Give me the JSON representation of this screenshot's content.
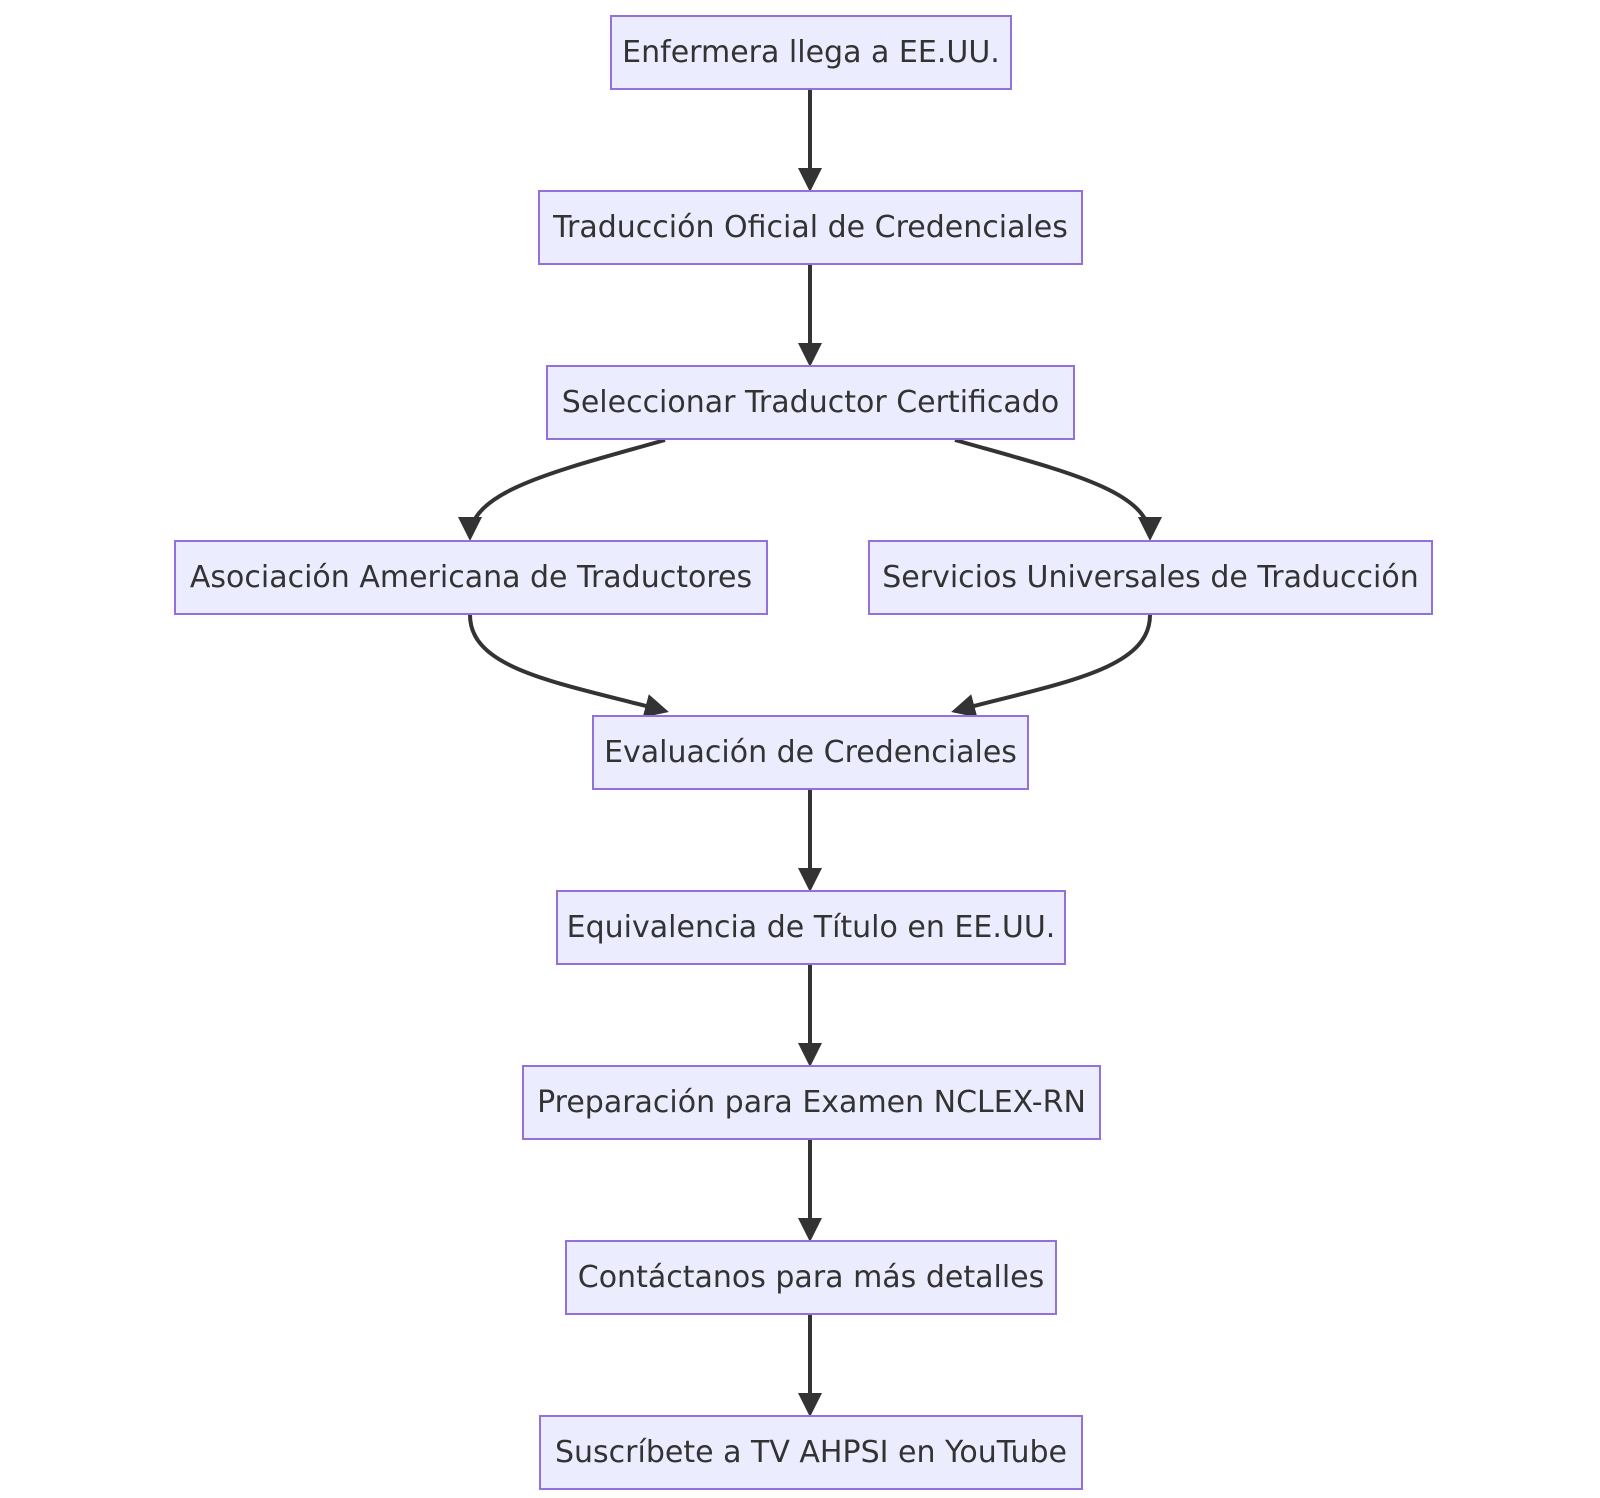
{
  "diagram": {
    "nodes": {
      "n1": "Enfermera llega a EE.UU.",
      "n2": "Traducción Oficial de Credenciales",
      "n3": "Seleccionar Traductor Certificado",
      "n4": "Asociación Americana de Traductores",
      "n5": "Servicios Universales de Traducción",
      "n6": "Evaluación de Credenciales",
      "n7": "Equivalencia de Título en EE.UU.",
      "n8": "Preparación para Examen NCLEX-RN",
      "n9": "Contáctanos para más detalles",
      "n10": "Suscríbete a TV AHPSI en YouTube"
    },
    "edges": [
      {
        "from": "n1",
        "to": "n2"
      },
      {
        "from": "n2",
        "to": "n3"
      },
      {
        "from": "n3",
        "to": "n4"
      },
      {
        "from": "n3",
        "to": "n5"
      },
      {
        "from": "n4",
        "to": "n6"
      },
      {
        "from": "n5",
        "to": "n6"
      },
      {
        "from": "n6",
        "to": "n7"
      },
      {
        "from": "n7",
        "to": "n8"
      },
      {
        "from": "n8",
        "to": "n9"
      },
      {
        "from": "n9",
        "to": "n10"
      }
    ],
    "colors": {
      "node_fill": "#ECECFF",
      "node_border": "#9370DB",
      "edge": "#333333",
      "text": "#333333"
    }
  }
}
